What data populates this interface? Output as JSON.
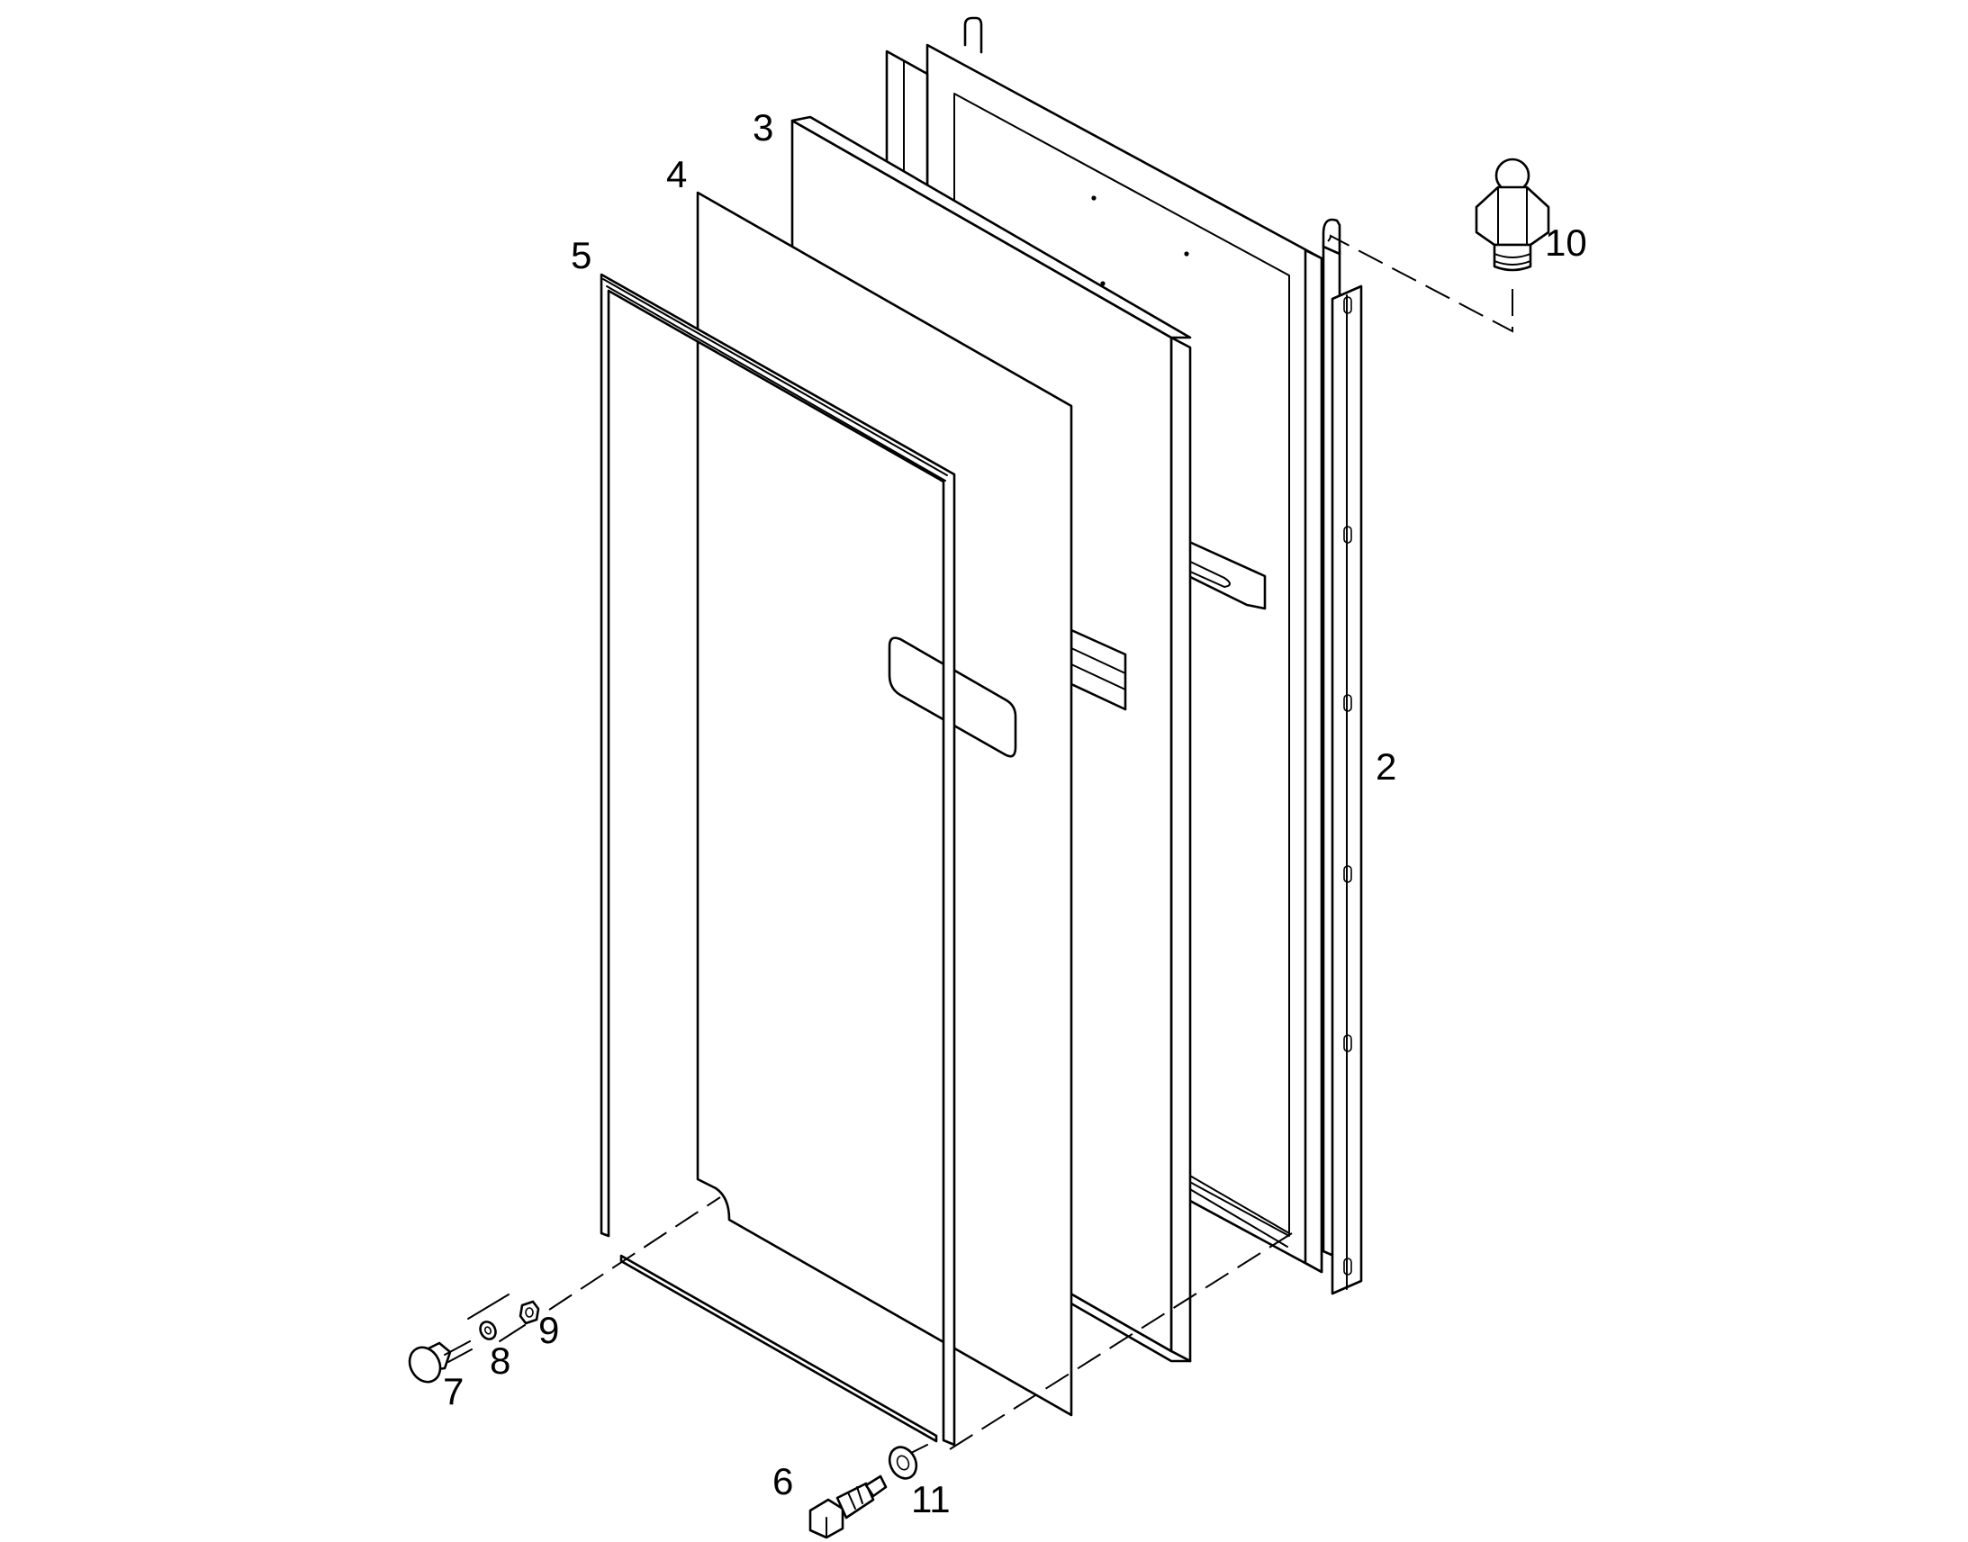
{
  "diagram": {
    "colors": {
      "line": "#000000",
      "background": "#ffffff"
    },
    "callouts": {
      "p2": "2",
      "p3": "3",
      "p4": "4",
      "p5": "5",
      "p6": "6",
      "p7": "7",
      "p8": "8",
      "p9": "9",
      "p10": "10",
      "p11": "11"
    }
  }
}
